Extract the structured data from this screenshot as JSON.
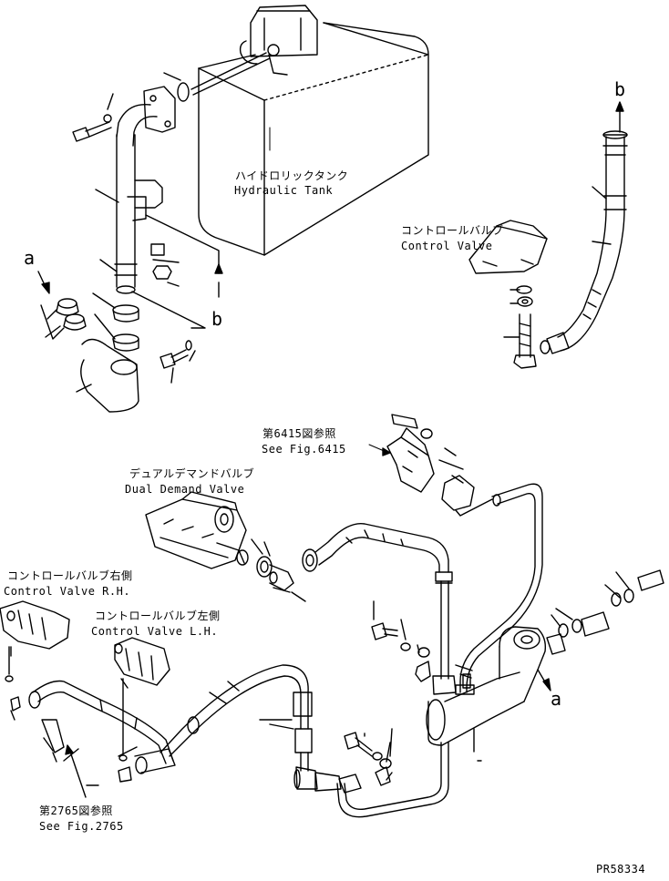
{
  "labels": {
    "hydraulic_tank_jp": "ハイドロリックタンク",
    "hydraulic_tank_en": "Hydraulic Tank",
    "control_valve_jp": "コントロールバルブ",
    "control_valve_en": "Control Valve",
    "fig6415_jp": "第6415図参照",
    "fig6415_en": "See Fig.6415",
    "dual_demand_jp": "デュアルデマンドバルブ",
    "dual_demand_en": "Dual Demand Valve",
    "cv_rh_jp": "コントロールバルブ右側",
    "cv_rh_en": "Control Valve R.H.",
    "cv_lh_jp": "コントロールバルブ左側",
    "cv_lh_en": "Control Valve L.H.",
    "fig2765_jp": "第2765図参照",
    "fig2765_en": "See Fig.2765",
    "part_code": "PR58334"
  },
  "callouts": {
    "a": "a",
    "b": "b"
  },
  "colors": {
    "line": "#000000",
    "background": "#ffffff"
  }
}
